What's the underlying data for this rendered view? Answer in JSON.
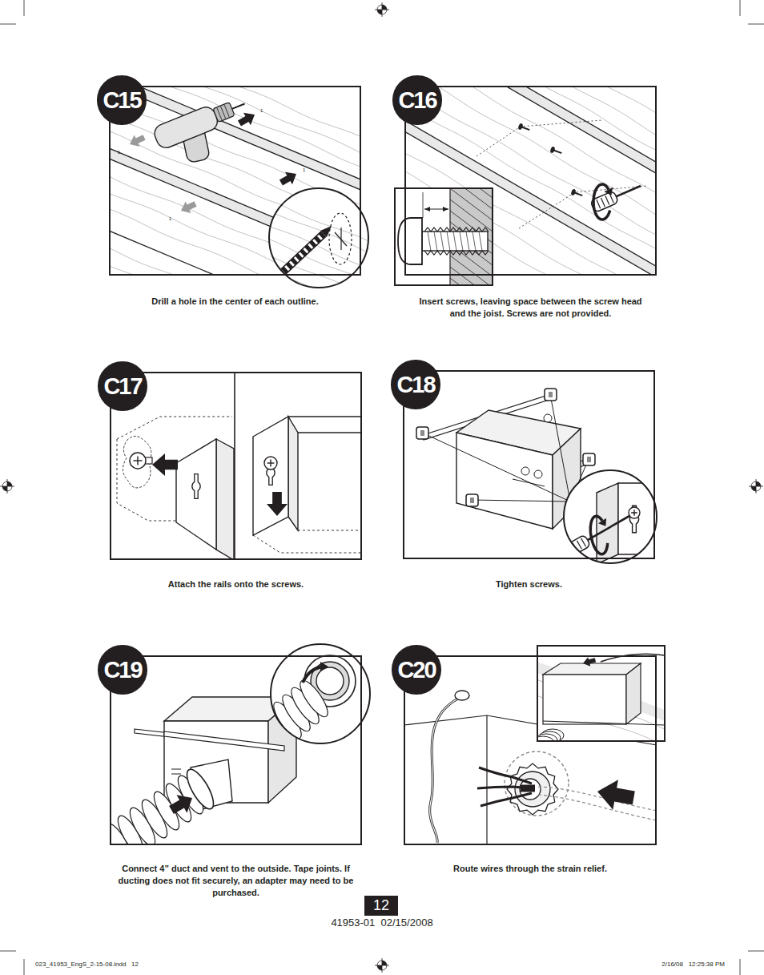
{
  "diagram": {
    "nodes": [
      {
        "text": [
          "Drill a hole in the center of each outline."
        ]
      },
      {
        "text": [
          "C15"
        ],
        "in": 0
      },
      {
        "text": [
          "Insert screws, leaving space between the screw head and the joist. Screws are not provided."
        ]
      },
      {
        "text": [
          "C16"
        ],
        "in": 2
      },
      {
        "text": [
          "Attach the rails onto the screws."
        ]
      },
      {
        "text": [
          "C17"
        ],
        "in": 4
      },
      {
        "text": [
          "Tighten screws."
        ]
      },
      {
        "text": [
          "C18"
        ],
        "in": 6
      },
      {
        "text": [
          "Connect 4” duct and vent to the outside. Tape joints. If ducting does not fit securely, an adapter may need to be purchased."
        ]
      },
      {
        "text": [
          "C19"
        ],
        "in": 8
      },
      {
        "text": [
          "Route wires through the strain relief."
        ]
      },
      {
        "text": [
          "C20"
        ],
        "in": 10
      },
      {
        "text": [
          "12"
        ]
      }
    ],
    "labels": [
      "1",
      "1",
      "1",
      "1",
      "41953-01  02/15/2008",
      "023_41953_EngS_2-15-08.indd   12",
      "2/16/08   12:25:38 PM"
    ]
  }
}
